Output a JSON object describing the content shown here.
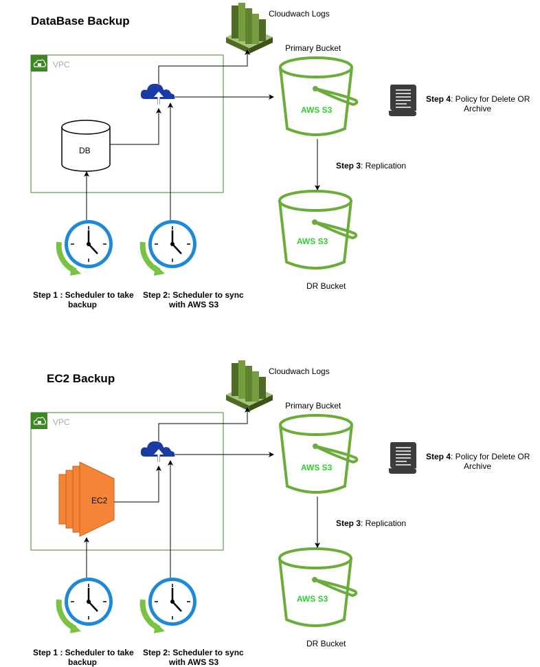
{
  "colors": {
    "vpc_border": "#3f8624",
    "vpc_text": "#aaaaaa",
    "bucket_stroke": "#6aad3b",
    "s3_label": "#33cc33",
    "cloudwatch": "#759c3e",
    "cloud_icon": "#1a3aa6",
    "clock_ring": "#1e88d9",
    "clock_arrow": "#7ac243",
    "ec2": "#f58536",
    "policy_icon": "#3c3c3c",
    "line": "#000000"
  },
  "sections": [
    {
      "title": "DataBase Backup",
      "cloudwatch_label": "Cloudwach Logs",
      "vpc_label": "VPC",
      "source_label": "DB",
      "source_type": "database",
      "primary_bucket_label": "Primary Bucket",
      "primary_bucket_service": "AWS S3",
      "dr_bucket_label": "DR Bucket",
      "dr_bucket_service": "AWS S3",
      "step3": {
        "bold": "Step 3",
        "text": ": Replication"
      },
      "step4": {
        "bold": "Step 4",
        "text": ": Policy for Delete OR",
        "line2": "Archive"
      },
      "step1": {
        "line1": "Step 1 : Scheduler to take",
        "line2": "backup"
      },
      "step2": {
        "line1": "Step 2: Scheduler to sync",
        "line2": "with AWS S3"
      }
    },
    {
      "title": "EC2 Backup",
      "cloudwatch_label": "Cloudwach Logs",
      "vpc_label": "VPC",
      "source_label": "EC2",
      "source_type": "ec2",
      "primary_bucket_label": "Primary Bucket",
      "primary_bucket_service": "AWS S3",
      "dr_bucket_label": "DR Bucket",
      "dr_bucket_service": "AWS S3",
      "step3": {
        "bold": "Step 3",
        "text": ": Replication"
      },
      "step4": {
        "bold": "Step 4",
        "text": ": Policy for Delete OR",
        "line2": "Archive"
      },
      "step1": {
        "line1": "Step 1 : Scheduler to take",
        "line2": "backup"
      },
      "step2": {
        "line1": "Step 2: Scheduler to sync",
        "line2": "with AWS S3"
      }
    }
  ]
}
